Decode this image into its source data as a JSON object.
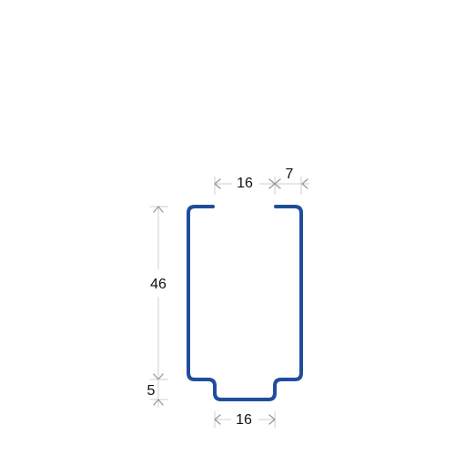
{
  "profile": {
    "stroke_color": "#1f4e9c"
  },
  "dimensions": {
    "top_gap_width": "16",
    "top_lip_width": "7",
    "total_height": "46",
    "bottom_recess_depth": "5",
    "bottom_recess_width": "16"
  },
  "colors": {
    "dimension_line": "#cfcfcf",
    "arrow": "#9a9a9a",
    "text": "#111111"
  }
}
